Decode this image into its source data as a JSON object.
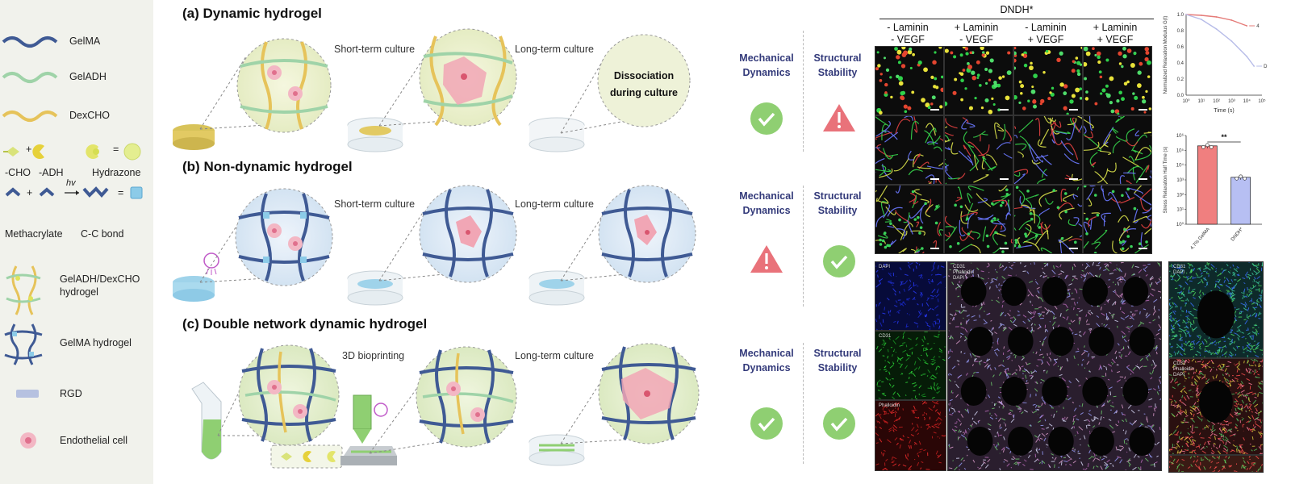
{
  "legend": {
    "items": [
      {
        "label": "GelMA"
      },
      {
        "label": "GelADH"
      },
      {
        "label": "DexCHO"
      },
      {
        "label": "Hydrazone"
      },
      {
        "label": "C-C bond"
      },
      {
        "label": "GelADH/DexCHO hydrogel"
      },
      {
        "label": "GelMA hydrogel"
      },
      {
        "label": "RGD"
      },
      {
        "label": "Endothelial cell"
      }
    ],
    "cho": "-CHO",
    "adh": "-ADH",
    "methacrylate": "Methacrylate",
    "hv": "hv",
    "plus": "+",
    "equals": "="
  },
  "sections": {
    "a": {
      "tag": "(a)",
      "title": "Dynamic hydrogel",
      "cap1": "Short-term culture",
      "cap2": "Long-term culture",
      "bubble": "Dissociation during culture"
    },
    "b": {
      "tag": "(b)",
      "title": "Non-dynamic hydrogel",
      "cap1": "Short-term culture",
      "cap2": "Long-term culture"
    },
    "c": {
      "tag": "(c)",
      "title": "Double network dynamic hydrogel",
      "cap1": "3D bioprinting",
      "cap2": "Long-term culture"
    }
  },
  "status": {
    "mech": "Mechanical Dynamics",
    "struct": "Structural Stability",
    "rows": [
      {
        "mech": "check",
        "struct": "warning"
      },
      {
        "mech": "warning",
        "struct": "check"
      },
      {
        "mech": "check",
        "struct": "check"
      }
    ]
  },
  "micro": {
    "title": "DNDH*",
    "columns": [
      {
        "line1": "- Laminin",
        "line2": "- VEGF"
      },
      {
        "line1": "+ Laminin",
        "line2": "- VEGF"
      },
      {
        "line1": "- Laminin",
        "line2": "+ VEGF"
      },
      {
        "line1": "+ Laminin",
        "line2": "+ VEGF"
      }
    ]
  },
  "stains": {
    "dapi": "DAPI",
    "cd31": "CD31",
    "phalloidin": "Phalloidin"
  },
  "colors": {
    "gelma": "#3f5a94",
    "geladh": "#9fd3a8",
    "dexcho": "#e6c35a",
    "cell": "#e88aa0",
    "check": "#8fcf72",
    "warn": "#e9727a",
    "statusText": "#333a7a"
  },
  "chart_data": [
    {
      "type": "line",
      "ylabel": "Normalized Relaxation Modulus G(t)",
      "xlabel": "Time (s)",
      "x_ticks": [
        "10⁰",
        "10¹",
        "10²",
        "10³",
        "10⁴",
        "10⁵"
      ],
      "y_ticks": [
        "0.0",
        "0.2",
        "0.4",
        "0.6",
        "0.8",
        "1.0"
      ],
      "ylim": [
        0,
        1
      ],
      "x_log": true,
      "series": [
        {
          "name": "4",
          "color": "#e57b78",
          "x": [
            1,
            10,
            100,
            1000,
            10000
          ],
          "y": [
            1.0,
            0.99,
            0.97,
            0.93,
            0.86
          ]
        },
        {
          "name": "D",
          "color": "#b7bce8",
          "x": [
            1,
            10,
            100,
            1000,
            10000,
            30000
          ],
          "y": [
            1.0,
            0.94,
            0.82,
            0.67,
            0.48,
            0.36
          ]
        }
      ]
    },
    {
      "type": "bar",
      "ylabel": "Stress Relaxation Half Time (s)",
      "categories": [
        "4.7% GelMA",
        "DNDH*"
      ],
      "values": [
        200000,
        1500
      ],
      "colors": [
        "#f07f7f",
        "#b7bff3"
      ],
      "y_log": true,
      "ylim": [
        1,
        1000000
      ],
      "y_ticks": [
        "10⁰",
        "10¹",
        "10²",
        "10³",
        "10⁴",
        "10⁵",
        "10⁶"
      ],
      "significance": "**"
    }
  ]
}
